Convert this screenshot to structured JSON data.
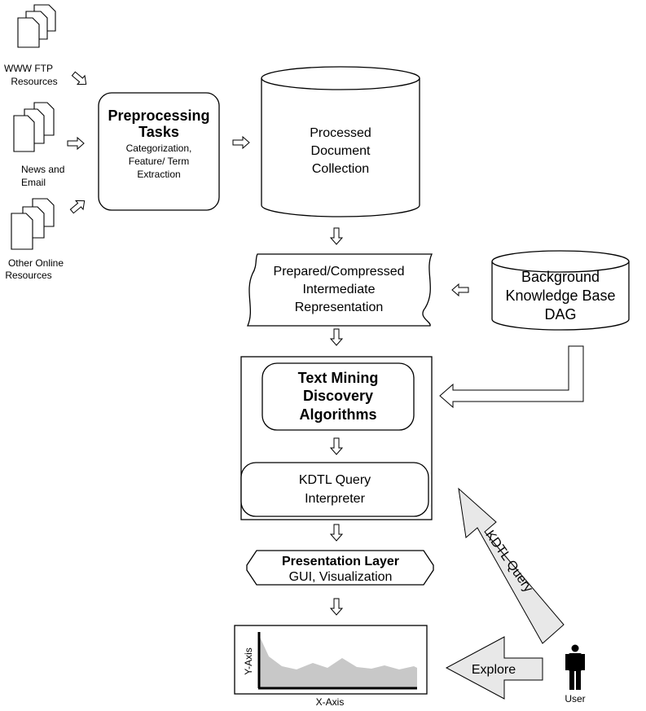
{
  "sources": {
    "www": {
      "line1": "WWW FTP",
      "line2": "Resources"
    },
    "news": {
      "line1": "News and",
      "line2": "Email"
    },
    "other": {
      "line1": "Other Online",
      "line2": "Resources"
    }
  },
  "preprocessing": {
    "title1": "Preprocessing",
    "title2": "Tasks",
    "sub1": "Categorization,",
    "sub2": "Feature/ Term",
    "sub3": "Extraction"
  },
  "processed_collection": {
    "line1": "Processed",
    "line2": "Document",
    "line3": "Collection"
  },
  "prepared": {
    "line1": "Prepared/Compressed",
    "line2": "Intermediate",
    "line3": "Representation"
  },
  "background": {
    "line1": "Background",
    "line2": "Knowledge Base",
    "line3": "DAG"
  },
  "text_mining": {
    "line1": "Text Mining",
    "line2": "Discovery",
    "line3": "Algorithms"
  },
  "kdtl_interpreter": {
    "line1": "KDTL Query",
    "line2": "Interpreter"
  },
  "presentation": {
    "title": "Presentation Layer",
    "sub": "GUI, Visualization"
  },
  "chart": {
    "ylabel": "Y-Axis",
    "xlabel": "X-Axis"
  },
  "kdtl_query_arrow": "KDTL Query",
  "explore_arrow": "Explore",
  "user": "User"
}
